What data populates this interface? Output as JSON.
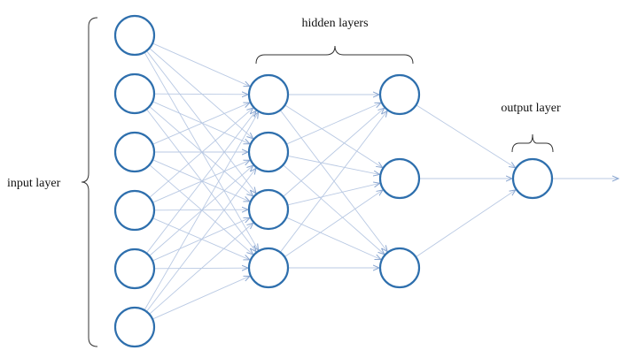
{
  "labels": {
    "input": "input layer",
    "hidden": "hidden layers",
    "output": "output layer"
  },
  "network": {
    "layers": [
      {
        "name": "input",
        "size": 6
      },
      {
        "name": "hidden-1",
        "size": 4
      },
      {
        "name": "hidden-2",
        "size": 3
      },
      {
        "name": "output",
        "size": 1
      }
    ],
    "fully_connected": true,
    "output_arrow": true
  },
  "colors": {
    "node_stroke": "#2e6fad",
    "edge": "#b9c9e3",
    "text": "#111111"
  }
}
